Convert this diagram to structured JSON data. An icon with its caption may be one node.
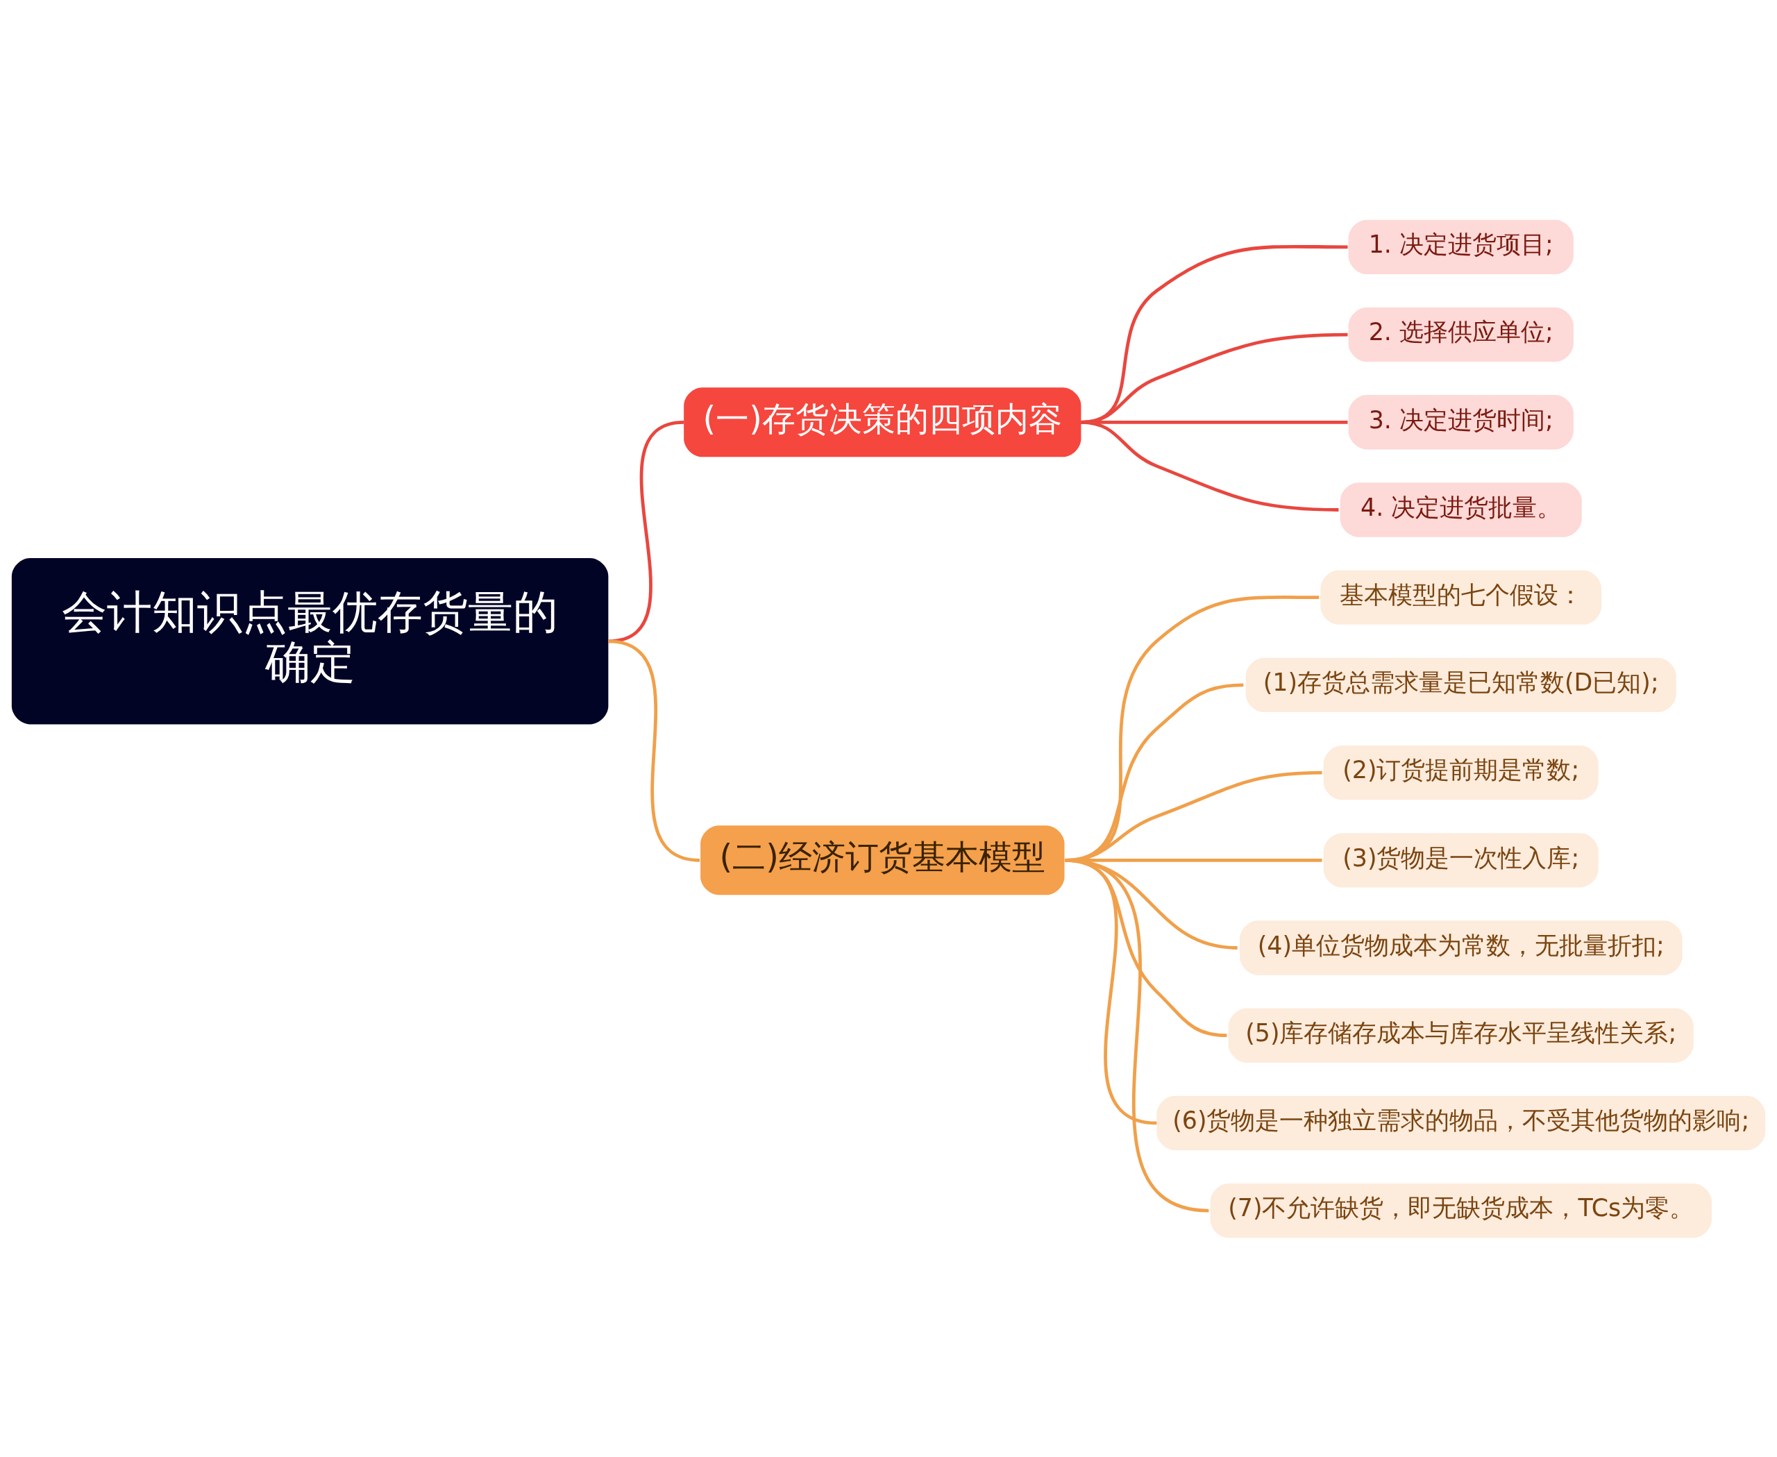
{
  "diagram": {
    "nodes": [
      {
        "text": [
          "会计知识点最优存货量的确定"
        ]
      },
      {
        "text": [
          "(一)存货决策的四项内容"
        ]
      },
      {
        "text": [
          "1. 决定进货项目;"
        ]
      },
      {
        "text": [
          "2. 选择供应单位;"
        ]
      },
      {
        "text": [
          "3. 决定进货时间;"
        ]
      },
      {
        "text": [
          "4. 决定进货批量。"
        ]
      },
      {
        "text": [
          "(二)经济订货基本模型"
        ]
      },
      {
        "text": [
          "基本模型的七个假设："
        ]
      },
      {
        "text": [
          "(1)存货总需求量是已知常数(D已知);"
        ]
      },
      {
        "text": [
          "(2)订货提前期是常数;"
        ]
      },
      {
        "text": [
          "(3)货物是一次性入库;"
        ]
      },
      {
        "text": [
          "(4)单位货物成本为常数，无批量折扣;"
        ]
      },
      {
        "text": [
          "(5)库存储存成本与库存水平呈线性关系;"
        ]
      },
      {
        "text": [
          "(6)货物是一种独立需求的物品，不受其他货物的影响;"
        ]
      },
      {
        "text": [
          "(7)不允许缺货，即无缺货成本，TCs为零。"
        ]
      }
    ],
    "edges": [
      {
        "from": 0,
        "to": 1,
        "arrow": "none",
        "color": "#e8473f"
      },
      {
        "from": 1,
        "to": 2,
        "arrow": "none",
        "color": "#e8473f"
      },
      {
        "from": 1,
        "to": 3,
        "arrow": "none",
        "color": "#e8473f"
      },
      {
        "from": 1,
        "to": 4,
        "arrow": "none",
        "color": "#e8473f"
      },
      {
        "from": 1,
        "to": 5,
        "arrow": "none",
        "color": "#e8473f"
      },
      {
        "from": 0,
        "to": 6,
        "arrow": "none"
      },
      {
        "from": 6,
        "to": 7,
        "arrow": "none"
      },
      {
        "from": 6,
        "to": 8,
        "arrow": "none"
      },
      {
        "from": 6,
        "to": 9,
        "arrow": "none"
      },
      {
        "from": 6,
        "to": 10,
        "arrow": "none"
      },
      {
        "from": 6,
        "to": 11,
        "arrow": "none"
      },
      {
        "from": 6,
        "to": 12,
        "arrow": "none"
      },
      {
        "from": 6,
        "to": 13,
        "arrow": "none"
      },
      {
        "from": 6,
        "to": 14,
        "arrow": "none"
      }
    ]
  }
}
